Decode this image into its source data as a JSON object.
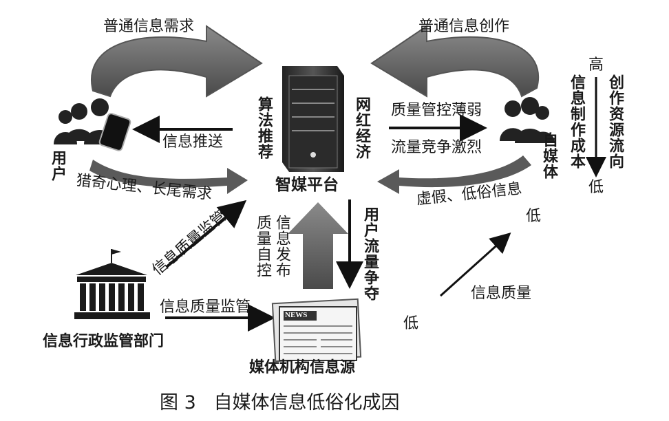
{
  "center": {
    "label": "智媒平台",
    "algo": "算法推荐",
    "wanghong": "网红经济"
  },
  "users": {
    "label": "用户",
    "push": "信息推送",
    "psych": "猎奇心理、长尾需求"
  },
  "self_media": {
    "label": "自媒体",
    "weak": "质量管控薄弱",
    "compete": "流量竞争激烈",
    "false_info": "虚假、低俗信息"
  },
  "top": {
    "left_arrow": "普通信息需求",
    "right_arrow": "普通信息创作"
  },
  "cost_scale": {
    "high": "高",
    "low": "低",
    "cost_label": "信息制作成本",
    "flow_label": "创作资源流向"
  },
  "quality_scale": {
    "low": "低",
    "high": "低",
    "label": "信息质量"
  },
  "regulator": {
    "label": "信息行政监管部门",
    "supervise_up": "信息质量监管",
    "supervise_right": "信息质量监管"
  },
  "media": {
    "label": "媒体机构信息源",
    "selfcontrol": "质量自控",
    "publish": "信息发布",
    "traffic": "用户流量争夺",
    "news": "NEWS"
  },
  "caption": "图 3   自媒体信息低俗化成因"
}
